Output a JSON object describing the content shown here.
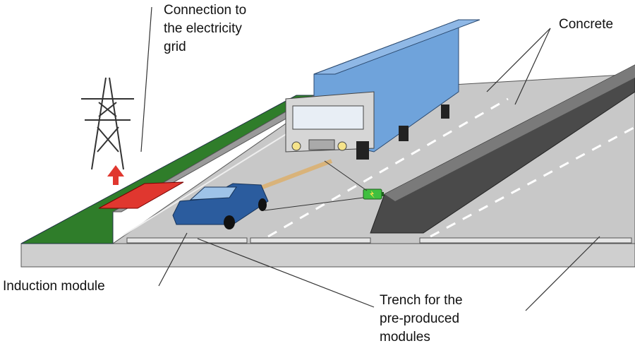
{
  "labels": {
    "grid": "Connection to\nthe electricity\ngrid",
    "concrete": "Concrete",
    "induction": "Induction module",
    "trench": "Trench for the\npre-produced\nmodules"
  },
  "colors": {
    "grass": "#2f7d2a",
    "road": "#c8c8c8",
    "road_side": "#b0b0b0",
    "barrier": "#4a4a4a",
    "truck_box": "#6fa3db",
    "truck_cab": "#d6d6d6",
    "car": "#2b5c9e",
    "pad": "#e0372f",
    "charge": "#3fbf3f"
  },
  "icons": [
    "pylon-icon",
    "battery-charge-icon",
    "up-arrow-icon"
  ]
}
